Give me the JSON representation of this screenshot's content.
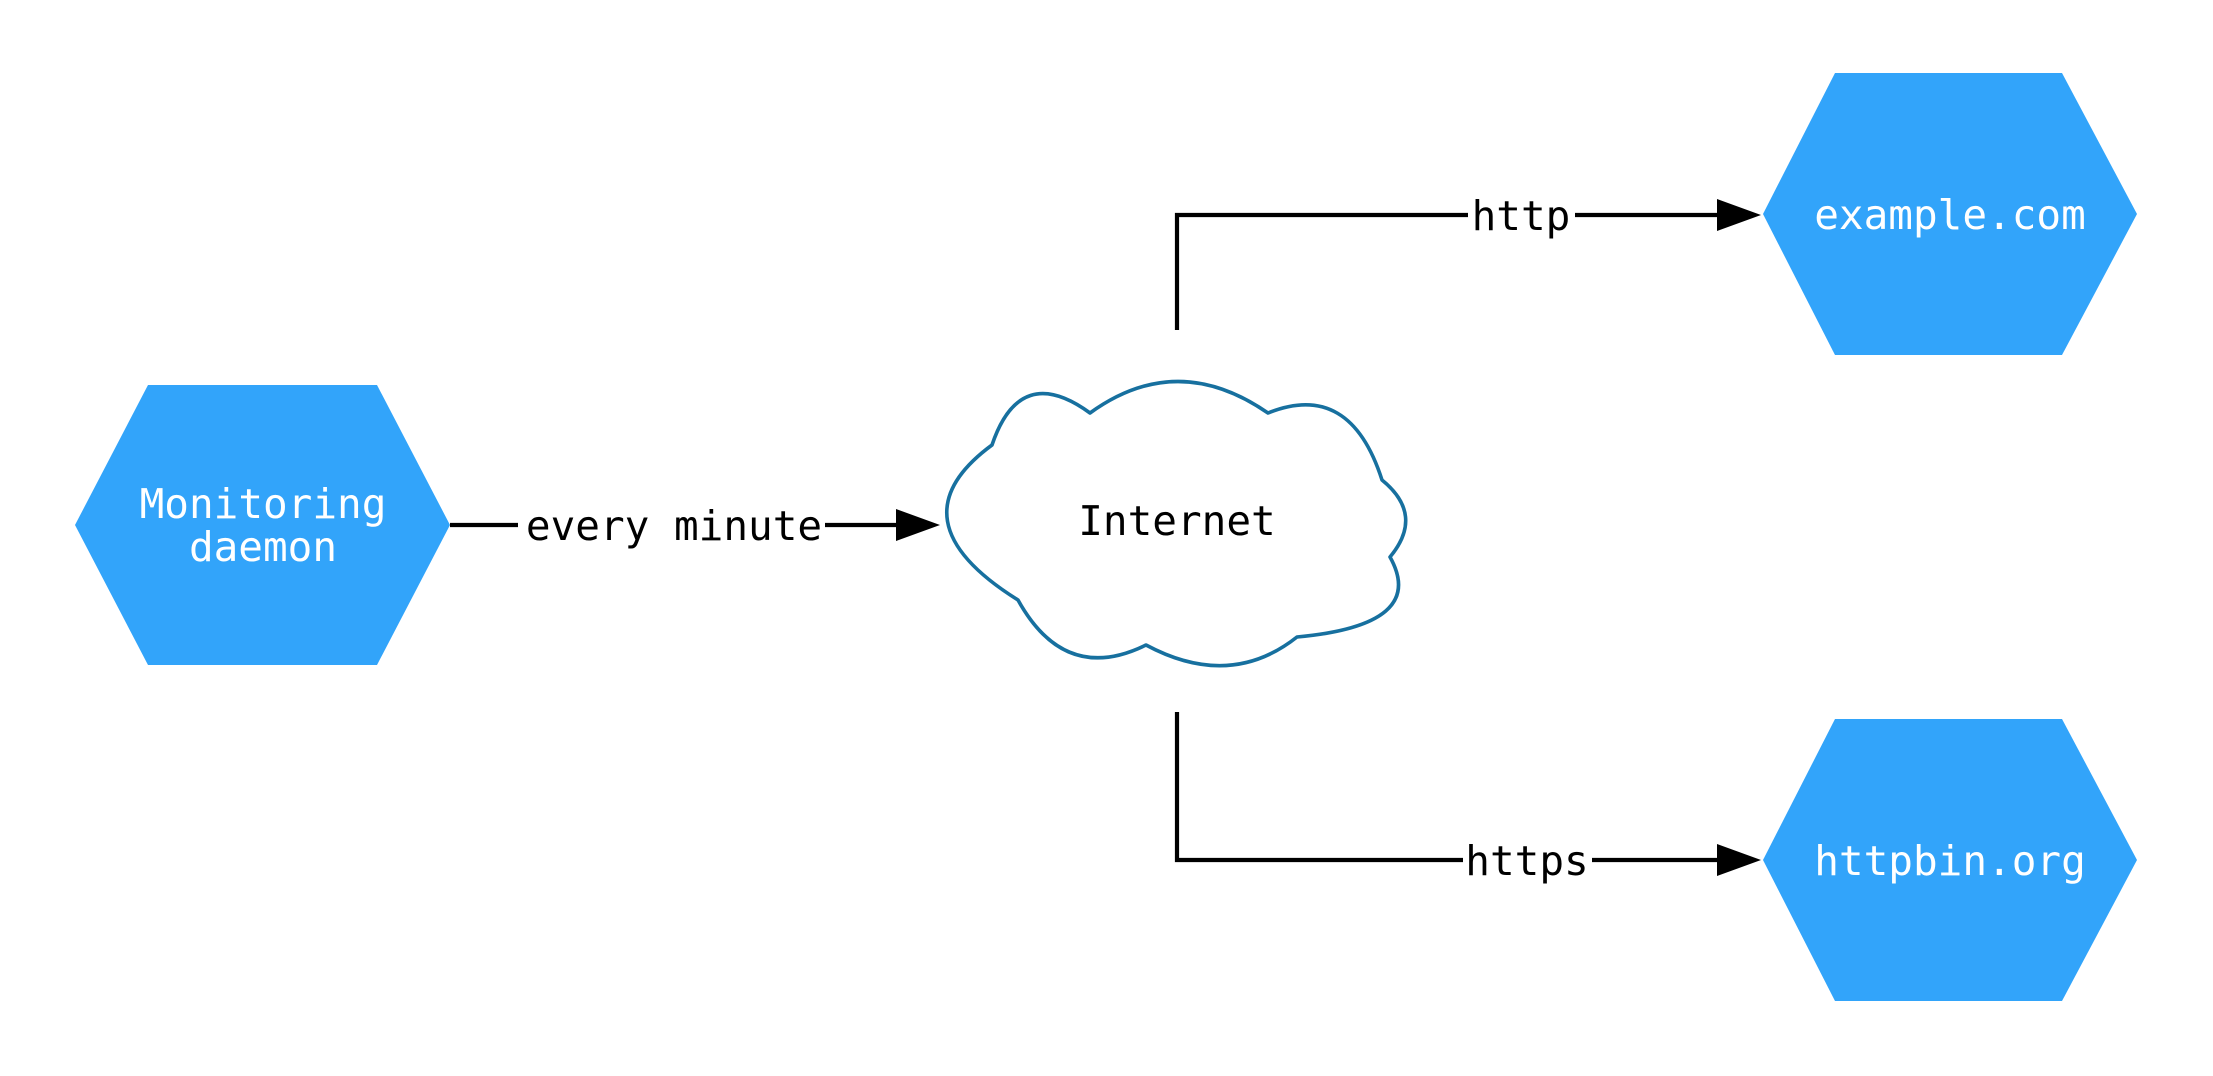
{
  "diagram": {
    "background": "#ffffff",
    "colors": {
      "node_fill": "#32a4fa",
      "node_text": "#ffffff",
      "cloud_fill": "#ffffff",
      "cloud_stroke": "#17709f",
      "edge_stroke": "#000000",
      "edge_label_text": "#000000"
    },
    "nodes": {
      "daemon": {
        "shape": "hexagon",
        "label": "Monitoring daemon",
        "line1": "Monitoring",
        "line2": "daemon"
      },
      "internet": {
        "shape": "cloud",
        "label": "Internet"
      },
      "example": {
        "shape": "hexagon",
        "label": "example.com"
      },
      "httpbin": {
        "shape": "hexagon",
        "label": "httpbin.org"
      }
    },
    "edges": {
      "daemon_to_internet": {
        "from": "daemon",
        "to": "internet",
        "label": "every minute"
      },
      "internet_to_example": {
        "from": "internet",
        "to": "example",
        "label": "http"
      },
      "internet_to_httpbin": {
        "from": "internet",
        "to": "httpbin",
        "label": "https"
      }
    }
  }
}
